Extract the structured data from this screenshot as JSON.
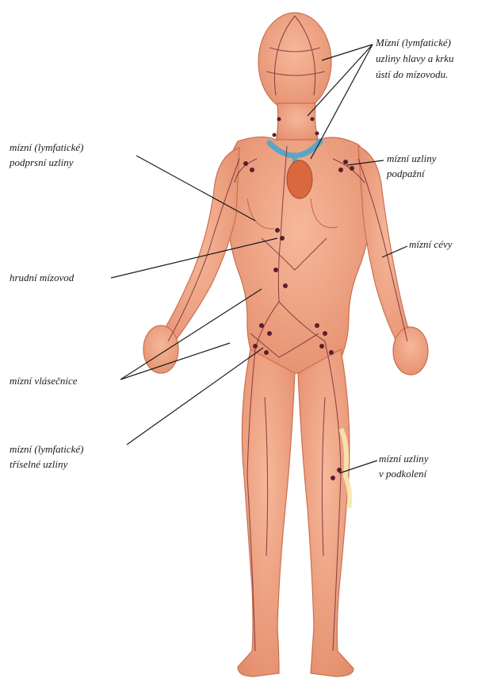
{
  "labels": {
    "head_neck_nodes": [
      "Mízní  (lymfatické)",
      "uzliny hlavy a krku",
      "ústí do mízovodu."
    ],
    "breast_nodes": [
      "mízní   (lymfatické)",
      "podprsní uzliny"
    ],
    "axillary_nodes": [
      "mízní uzliny",
      "podpažní"
    ],
    "lymph_vessels": "mízní cévy",
    "thoracic_duct": "hrudní mízovod",
    "lymph_capillaries": "mízní vlásečnice",
    "inguinal_nodes": [
      "mízní  (lymfatické)",
      "tříselné uzliny"
    ],
    "popliteal_nodes": [
      "mízní uzliny",
      "v podkolení"
    ]
  },
  "colors": {
    "skin": "#f2a98a",
    "skin_shade": "#e0896a",
    "lymph_vessel": "#7a2a3a",
    "node": "#5a1f2c",
    "vein_blue": "#5aa6c8",
    "heart": "#d9683f",
    "leader_line": "#1a1a1a"
  }
}
